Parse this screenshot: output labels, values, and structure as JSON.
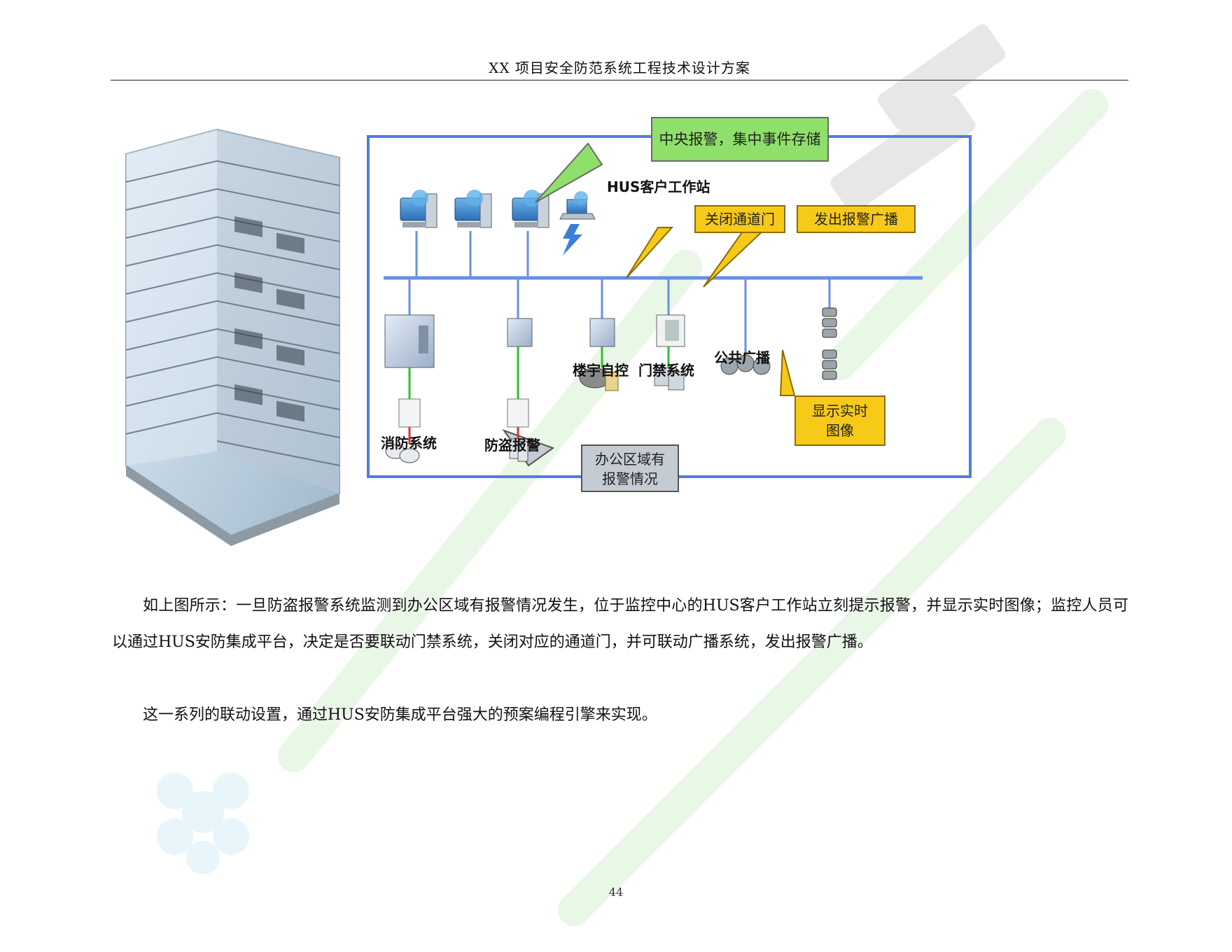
{
  "header": {
    "title": "XX 项目安全防范系统工程技术设计方案"
  },
  "diagram": {
    "callouts": {
      "central": "中央报警，集中事件存储",
      "close_door": "关闭通道门",
      "broadcast_alarm": "发出报警广播",
      "show_image_1": "显示实时",
      "show_image_2": "图像",
      "office_alarm_1": "办公区域有",
      "office_alarm_2": "报警情况"
    },
    "labels": {
      "hus_workstation": "HUS客户工作站",
      "fire": "消防系统",
      "intrusion": "防盗报警",
      "bas": "楼宇自控",
      "access": "门禁系统",
      "pa": "公共广播"
    },
    "colors": {
      "frame": "#4f7de0",
      "green_link": "#2fbf2f",
      "red_link": "#e03030",
      "callout_green": "#8fe06a",
      "callout_yellow": "#f7c919",
      "callout_gray": "#c4cbd3"
    }
  },
  "body": {
    "paragraph1": "如上图所示：一旦防盗报警系统监测到办公区域有报警情况发生，位于监控中心的HUS客户工作站立刻提示报警，并显示实时图像；监控人员可以通过HUS安防集成平台，决定是否要联动门禁系统，关闭对应的通道门，并可联动广播系统，发出报警广播。",
    "paragraph2": "这一系列的联动设置，通过HUS安防集成平台强大的预案编程引擎来实现。"
  },
  "footer": {
    "page_number": "44"
  }
}
